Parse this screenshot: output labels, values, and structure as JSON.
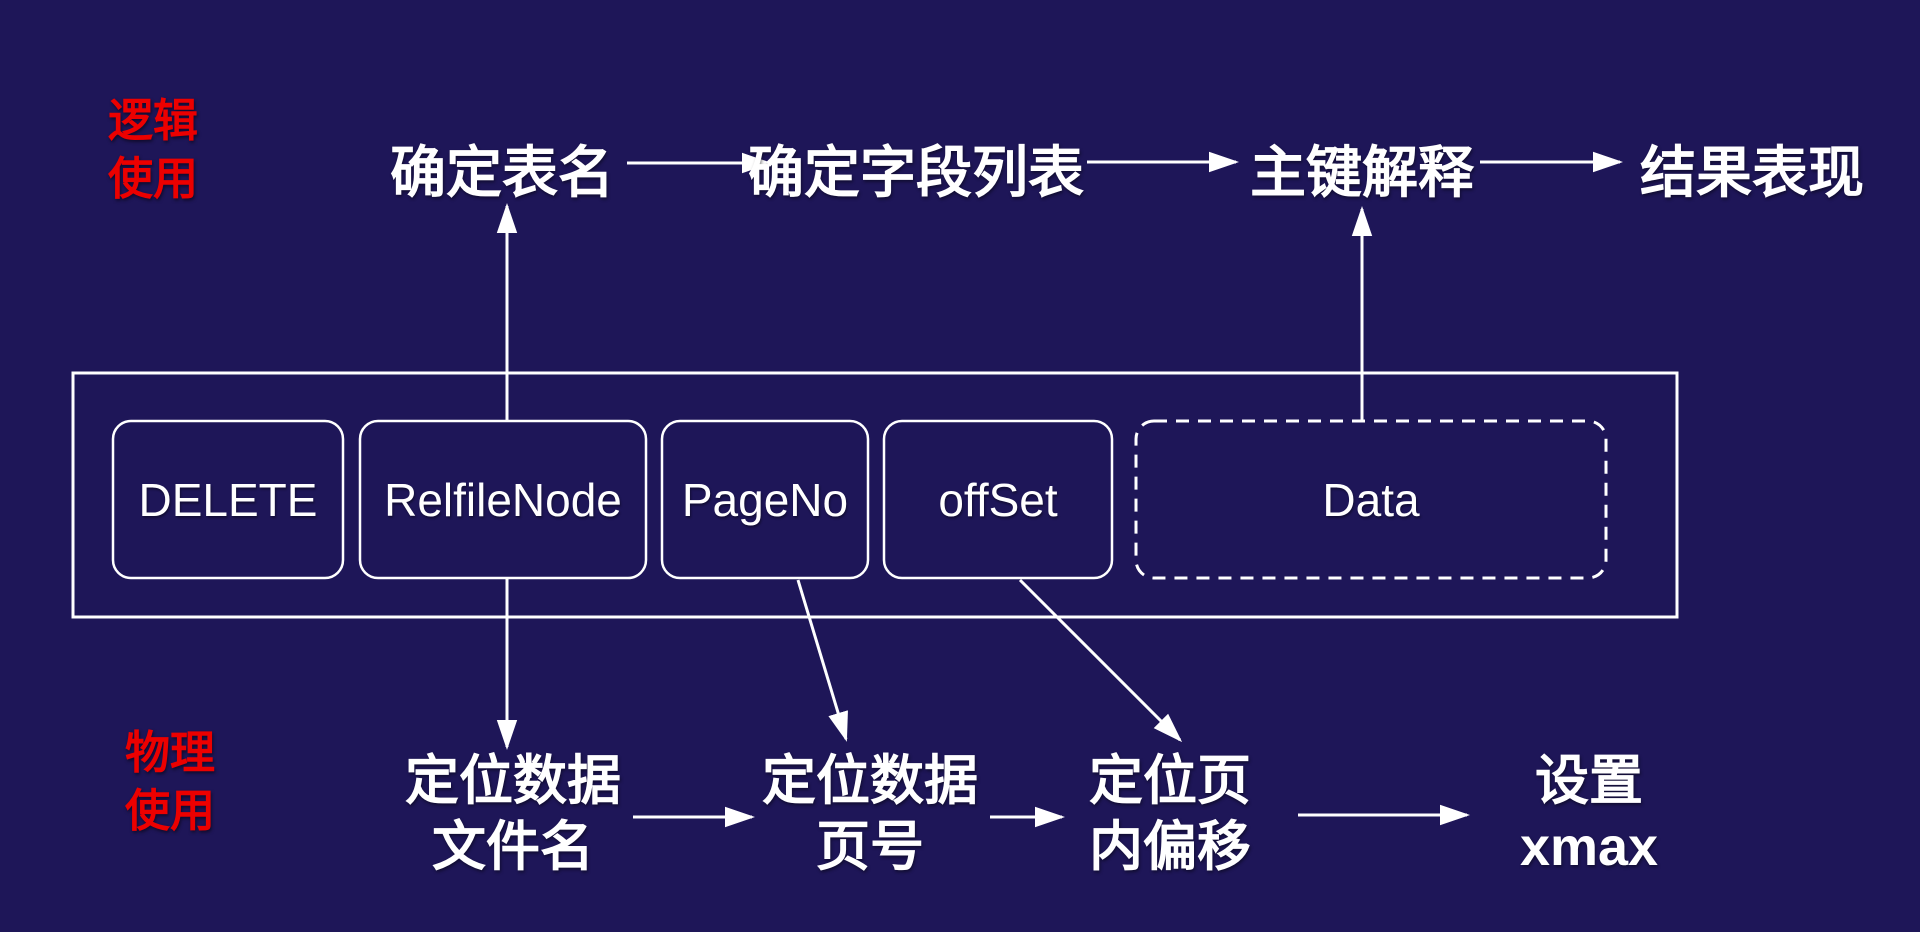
{
  "colors": {
    "background": "#1e1658",
    "side_label_red": "#ec0000",
    "line_and_text_white": "#ffffff"
  },
  "side_labels": {
    "logical": {
      "line1": "逻辑",
      "line2": "使用"
    },
    "physical": {
      "line1": "物理",
      "line2": "使用"
    }
  },
  "logical_flow": {
    "steps": [
      "确定表名",
      "确定字段列表",
      "主键解释",
      "结果表现"
    ]
  },
  "record": {
    "fields": [
      {
        "label": "DELETE",
        "border": "solid"
      },
      {
        "label": "RelfileNode",
        "border": "solid"
      },
      {
        "label": "PageNo",
        "border": "solid"
      },
      {
        "label": "offSet",
        "border": "solid"
      },
      {
        "label": "Data",
        "border": "dashed"
      }
    ]
  },
  "physical_flow": {
    "steps": [
      {
        "line1": "定位数据",
        "line2": "文件名"
      },
      {
        "line1": "定位数据",
        "line2": "页号"
      },
      {
        "line1": "定位页",
        "line2": "内偏移"
      },
      {
        "line1": "设置",
        "line2": "xmax"
      }
    ]
  }
}
